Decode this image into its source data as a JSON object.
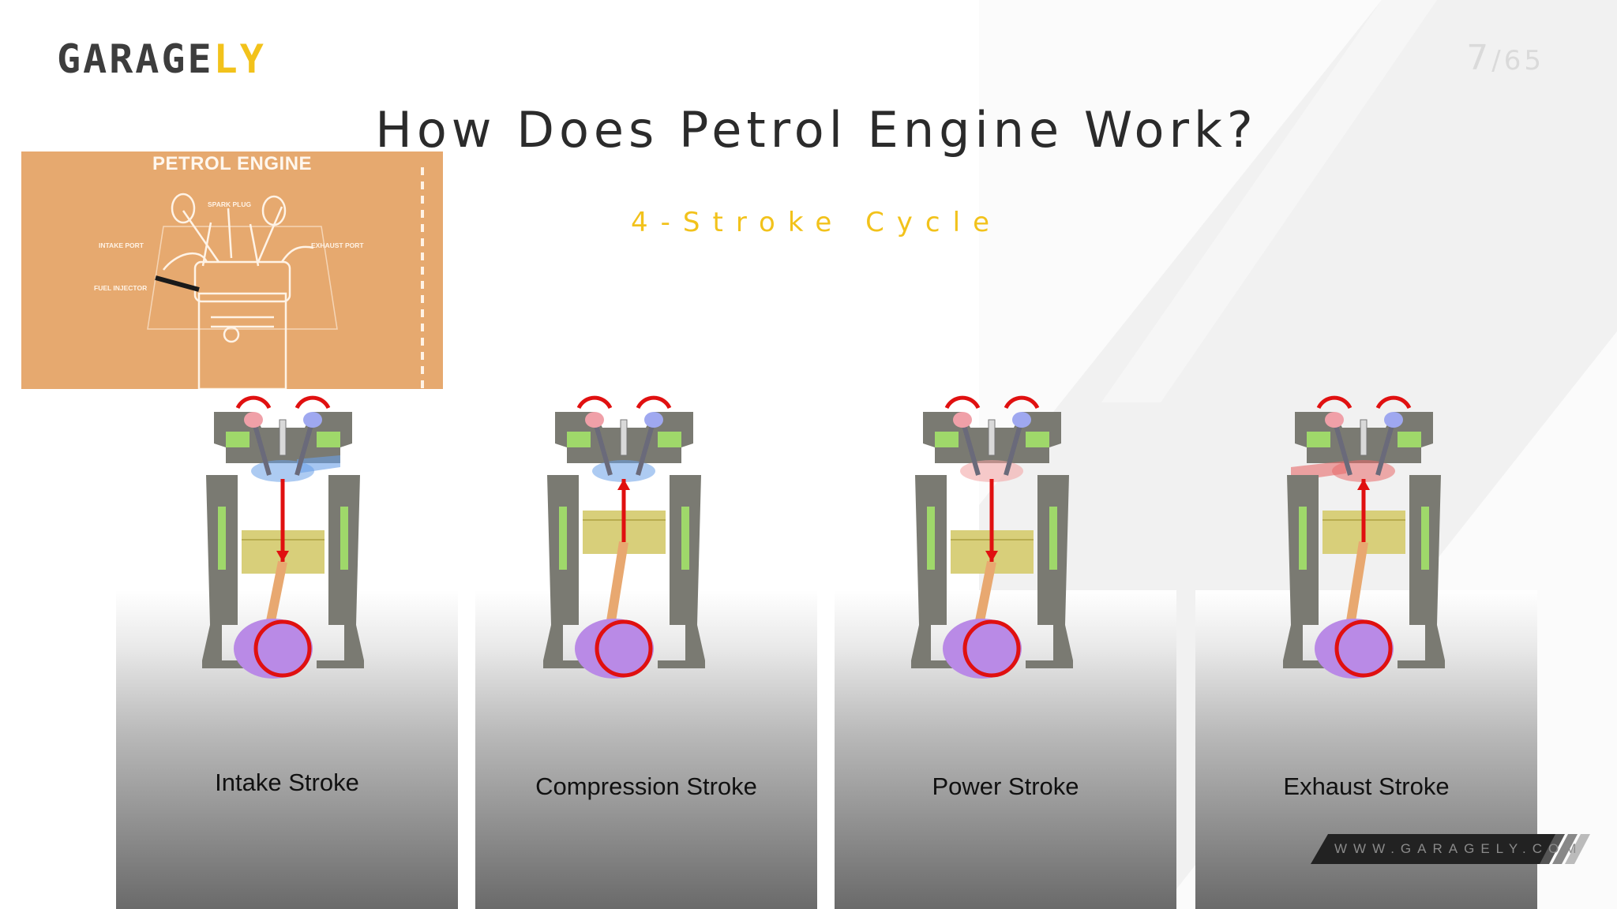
{
  "brand": {
    "logo_main": "GARAGE",
    "logo_accent": "LY"
  },
  "slide": {
    "current": "7",
    "separator": "/",
    "total": "65"
  },
  "title": "How Does Petrol Engine Work?",
  "subtitle": "4-Stroke Cycle",
  "petrol_engine": {
    "title": "PETROL ENGINE",
    "labels": {
      "spark_plug": "SPARK PLUG",
      "intake_port": "INTAKE PORT",
      "exhaust_port": "EXHAUST PORT",
      "fuel_injector": "FUEL INJECTOR"
    }
  },
  "strokes": [
    {
      "label": "Intake Stroke"
    },
    {
      "label": "Compression Stroke"
    },
    {
      "label": "Power Stroke"
    },
    {
      "label": "Exhaust Stroke"
    }
  ],
  "footer": {
    "website": "WWW.GARAGELY.COM"
  },
  "colors": {
    "accent": "#f2c21b",
    "text": "#2b2b2b",
    "intake": "#6aa0e8",
    "exhaust": "#e86a6a",
    "engine_block": "#7a7a72",
    "piston": "#d8cf7a",
    "crank": "#b98ae6",
    "arrow": "#e01010"
  }
}
